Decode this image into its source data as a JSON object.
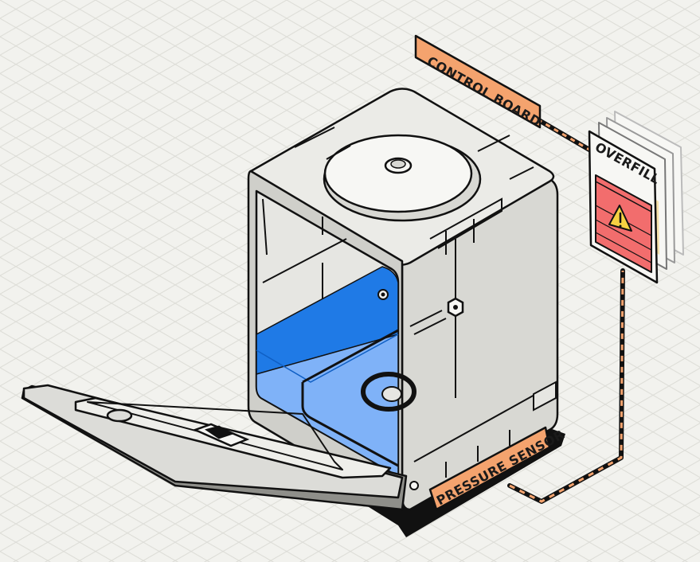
{
  "labels": {
    "control_board": "CONTROL BOARD",
    "pressure_sensor": "PRESSURE SENSOR",
    "overfill": "OVERFILL"
  },
  "icons": {
    "warning": "warning-triangle-icon"
  },
  "colors": {
    "background": "#f2f2ee",
    "grid": "#dcdcd6",
    "label_fill": "#f4a36e",
    "water_dark": "#1f7ae6",
    "water_light": "#7fb2f8",
    "alert_red": "#f26d6d",
    "appliance_body": "#dcdcd8",
    "outline": "#111111"
  }
}
